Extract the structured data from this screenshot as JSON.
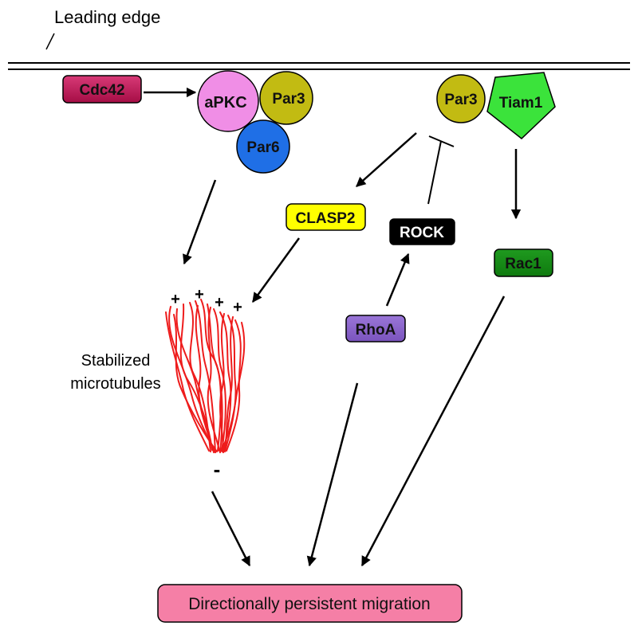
{
  "labels": {
    "leading_edge": "Leading edge",
    "stabilized_line1": "Stabilized",
    "stabilized_line2": "microtubules",
    "plus": "+",
    "minus": "-"
  },
  "nodes": {
    "cdc42": {
      "text": "Cdc42",
      "color": "#b3124e"
    },
    "apkc": {
      "text": "aPKC",
      "color": "#f08ee6"
    },
    "par3_left": {
      "text": "Par3",
      "color": "#c2bb12"
    },
    "par6": {
      "text": "Par6",
      "color": "#1f6fe6"
    },
    "par3_right": {
      "text": "Par3",
      "color": "#c2bb12"
    },
    "tiam1": {
      "text": "Tiam1",
      "color": "#3be33b"
    },
    "clasp2": {
      "text": "CLASP2",
      "color": "#ffff00"
    },
    "rock": {
      "text": "ROCK",
      "color": "#000000"
    },
    "rac1": {
      "text": "Rac1",
      "color": "#178a17"
    },
    "rhoa": {
      "text": "RhoA",
      "color": "#8a63c9"
    },
    "migration": {
      "text": "Directionally persistent migration",
      "color": "#f57fa6"
    }
  },
  "colors": {
    "microtubule": "#ee1c1c",
    "arrow": "#000000"
  }
}
